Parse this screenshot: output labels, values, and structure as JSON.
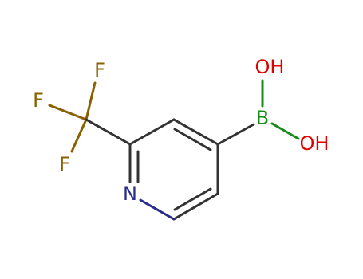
{
  "molecule": {
    "atoms": {
      "fluorine_top": {
        "symbol": "F",
        "color": "#8a6100"
      },
      "fluorine_left": {
        "symbol": "F",
        "color": "#8a6100"
      },
      "fluorine_bottom": {
        "symbol": "F",
        "color": "#8a6100"
      },
      "nitrogen": {
        "symbol": "N",
        "color": "#2b2b8a"
      },
      "boron": {
        "symbol": "B",
        "color": "#1b8a1b"
      },
      "hydroxyl_top": {
        "symbol": "OH",
        "color": "#e00000"
      },
      "hydroxyl_right": {
        "symbol": "OH",
        "color": "#e00000"
      }
    },
    "bond_color": "#333333"
  }
}
